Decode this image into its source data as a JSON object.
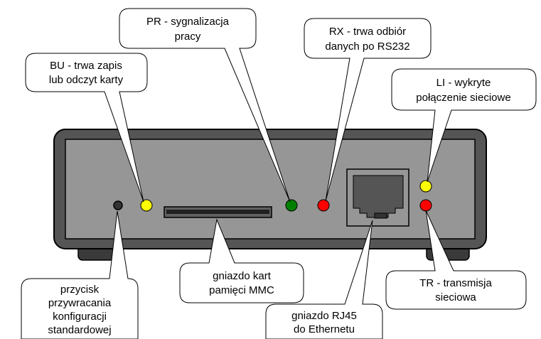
{
  "callouts": {
    "bu": {
      "line1": "BU - trwa zapis",
      "line2": "lub odczyt karty"
    },
    "pr": {
      "line1": "PR - sygnalizacja",
      "line2": "pracy"
    },
    "rx": {
      "line1": "RX - trwa odbiór",
      "line2": "danych po RS232"
    },
    "li": {
      "line1": "LI - wykryte",
      "line2": "połączenie sieciowe"
    },
    "mmc": {
      "line1": "gniazdo kart",
      "line2": "pamięci MMC"
    },
    "reset": {
      "line1": "przycisk",
      "line2": "przywracania",
      "line3": "konfiguracji",
      "line4": "standardowej"
    },
    "rj45": {
      "line1": "gniazdo RJ45",
      "line2": "do Ethernetu"
    },
    "tr": {
      "line1": "TR - transmisja",
      "line2": "sieciowa"
    }
  },
  "colors": {
    "led_yellow": "#ffff00",
    "led_green": "#008000",
    "led_red": "#ff0000",
    "case_outer": "#555555",
    "case_panel": "#969696",
    "case_feet": "#3a3a3a"
  }
}
